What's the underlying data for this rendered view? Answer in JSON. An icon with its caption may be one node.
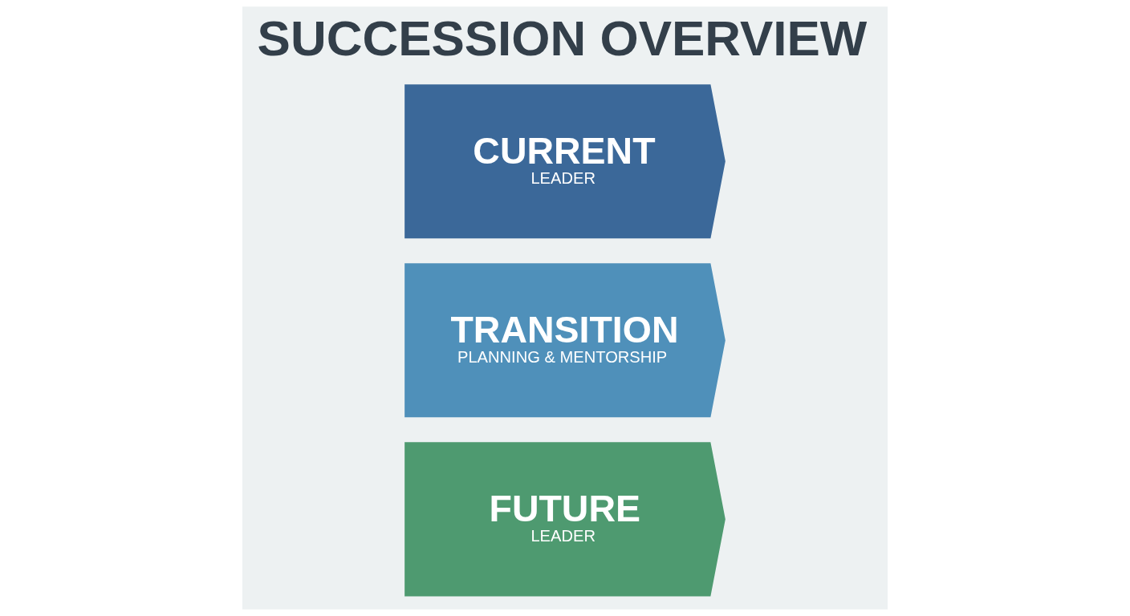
{
  "diagram": {
    "title": "SUCCESSION OVERVIEW",
    "nodes": [
      {
        "text": [
          "CURRENT",
          "LEADER"
        ]
      },
      {
        "text": [
          "TRANSITION",
          "PLANNING & MENTORSHIP"
        ]
      },
      {
        "text": [
          "FUTURE",
          "LEADER"
        ]
      }
    ],
    "edges": []
  }
}
